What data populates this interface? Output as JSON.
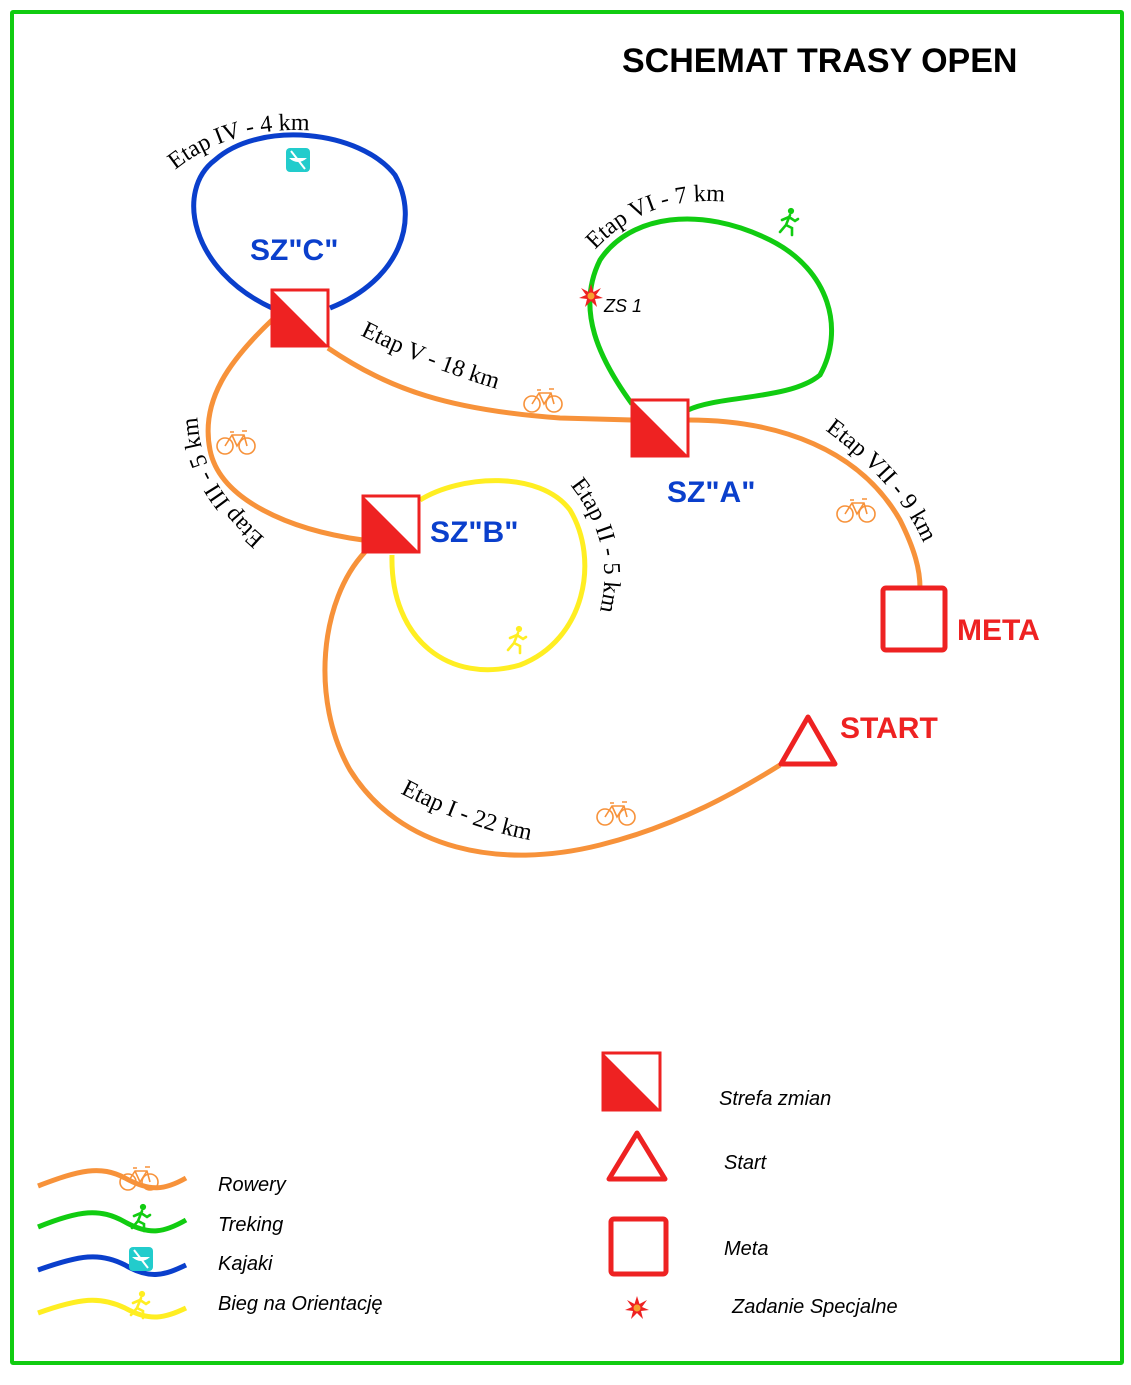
{
  "title": "SCHEMAT TRASY OPEN",
  "colors": {
    "border": "#11cc11",
    "bike": "#f7923a",
    "trek": "#11cc11",
    "kayak": "#0a3fcc",
    "orienteering": "#ffee22",
    "marker": "#ee2222",
    "zone_label": "#0a3fcc",
    "kayak_icon_bg": "#22cccc"
  },
  "stages": [
    {
      "id": "I",
      "label": "Etap I - 22 km",
      "discipline": "bike"
    },
    {
      "id": "II",
      "label": "Etap II - 5 km",
      "discipline": "orienteering"
    },
    {
      "id": "III",
      "label": "Etap III - 5 km",
      "discipline": "bike"
    },
    {
      "id": "IV",
      "label": "Etap IV - 4 km",
      "discipline": "kayak"
    },
    {
      "id": "V",
      "label": "Etap V - 18 km",
      "discipline": "bike"
    },
    {
      "id": "VI",
      "label": "Etap VI - 7 km",
      "discipline": "trek"
    },
    {
      "id": "VII",
      "label": "Etap VII - 9 km",
      "discipline": "bike"
    }
  ],
  "zones": {
    "a": "SZ\"A\"",
    "b": "SZ\"B\"",
    "c": "SZ\"C\""
  },
  "start_label": "START",
  "finish_label": "META",
  "special_task_label": "ZS 1",
  "legend_disciplines": [
    {
      "label": "Rowery",
      "icon": "bicycle-icon"
    },
    {
      "label": "Treking",
      "icon": "hiker-icon"
    },
    {
      "label": "Kajaki",
      "icon": "kayak-icon"
    },
    {
      "label": "Bieg na Orientację",
      "icon": "runner-icon"
    }
  ],
  "legend_symbols": [
    {
      "label": "Strefa zmian",
      "icon": "transition-zone-icon"
    },
    {
      "label": "Start",
      "icon": "start-triangle-icon"
    },
    {
      "label": "Meta",
      "icon": "finish-square-icon"
    },
    {
      "label": "Zadanie Specjalne",
      "icon": "special-task-star-icon"
    }
  ]
}
